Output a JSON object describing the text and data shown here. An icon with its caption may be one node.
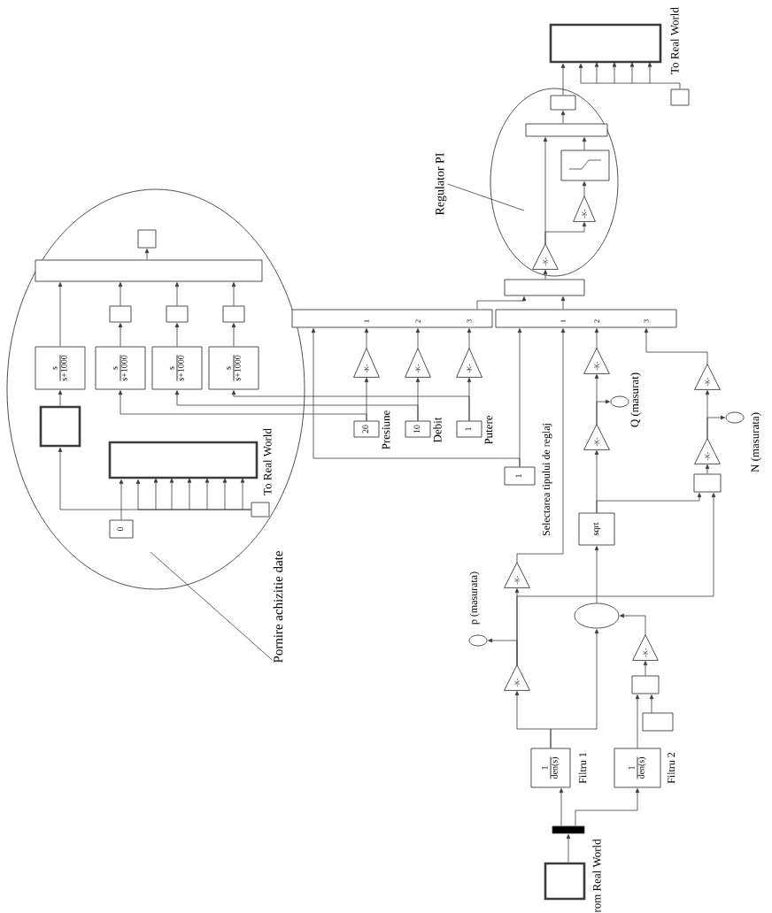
{
  "diagram": {
    "nodes": [
      {
        "text": [],
        "shape": "ellipse"
      },
      {
        "text": [],
        "shape": "box",
        "in": 0
      },
      {
        "text": [],
        "shape": "bar",
        "in": 0
      },
      {
        "text": [],
        "shape": "box",
        "in": 0
      },
      {
        "text": [],
        "shape": "box",
        "in": 0
      },
      {
        "text": [],
        "shape": "box",
        "in": 0
      },
      {
        "text": [
          "s",
          "s+1000"
        ],
        "in": 0
      },
      {
        "text": [
          "s",
          "s+1000"
        ],
        "in": 0
      },
      {
        "text": [
          "s",
          "s+1000"
        ],
        "in": 0
      },
      {
        "text": [
          "s",
          "s+1000"
        ],
        "in": 0
      },
      {
        "text": [],
        "shape": "box",
        "in": 0
      },
      {
        "text": [],
        "shape": "box",
        "beside": [
          "To Real World"
        ],
        "in": 0
      },
      {
        "text": [
          "0"
        ],
        "in": 0
      },
      {
        "text": [],
        "shape": "box",
        "in": 0
      },
      {
        "text": [
          "Pornire achizitie date"
        ]
      },
      {
        "text": [],
        "shape": "box",
        "beside": [
          "To Real World"
        ]
      },
      {
        "text": [],
        "shape": "box"
      },
      {
        "text": [],
        "shape": "ellipse"
      },
      {
        "text": [],
        "shape": "box",
        "in": 17
      },
      {
        "text": [],
        "shape": "bar",
        "in": 17
      },
      {
        "text": [],
        "shape": "box",
        "in": 17
      },
      {
        "text": [
          "-K-"
        ],
        "in": 17
      },
      {
        "text": [
          "-K-"
        ],
        "in": 17
      },
      {
        "text": [
          "Regulator PI"
        ]
      },
      {
        "text": [],
        "shape": "bar"
      },
      {
        "text": [
          "1",
          "2",
          "3"
        ]
      },
      {
        "text": [
          "1",
          "2",
          "3"
        ]
      },
      {
        "text": [
          "-K-"
        ]
      },
      {
        "text": [
          "-K-"
        ]
      },
      {
        "text": [
          "-K-"
        ]
      },
      {
        "text": [
          "20"
        ],
        "beside": [
          "Presiune"
        ]
      },
      {
        "text": [
          "10"
        ],
        "beside": [
          "Debit"
        ]
      },
      {
        "text": [
          "1"
        ],
        "beside": [
          "Putere"
        ]
      },
      {
        "text": [
          "1"
        ],
        "beside": [
          "Selectarea tipului de reglaj"
        ]
      },
      {
        "text": [
          "-K-"
        ]
      },
      {
        "text": [
          "-K-"
        ]
      },
      {
        "text": [],
        "shape": "ellipse",
        "beside": [
          "p (masurata)"
        ]
      },
      {
        "text": [
          "-K-"
        ]
      },
      {
        "text": [],
        "shape": "ellipse",
        "beside": [
          "Q (masurat)"
        ]
      },
      {
        "text": [
          "-K-"
        ]
      },
      {
        "text": [
          "sqrt"
        ]
      },
      {
        "text": [],
        "shape": "ellipse"
      },
      {
        "text": [
          "-K-"
        ]
      },
      {
        "text": [],
        "shape": "ellipse",
        "beside": [
          "N (masurata)"
        ]
      },
      {
        "text": [
          "-K-"
        ]
      },
      {
        "text": [],
        "shape": "box"
      },
      {
        "text": [
          "-K-"
        ]
      },
      {
        "text": [],
        "shape": "box"
      },
      {
        "text": [],
        "shape": "box"
      },
      {
        "text": [
          "1",
          "den(s)"
        ],
        "beside": [
          "Filtru 1"
        ]
      },
      {
        "text": [
          "1",
          "den(s)"
        ],
        "beside": [
          "Filtru 2"
        ]
      },
      {
        "text": [],
        "shape": "bar"
      },
      {
        "text": [],
        "shape": "box",
        "beside": [
          "rom Real World"
        ]
      }
    ],
    "edges": [
      {
        "from": 14,
        "to": 0,
        "arrow": "none"
      },
      {
        "from": 2,
        "to": 1,
        "arrow": "to"
      },
      {
        "from": 6,
        "to": 2,
        "arrow": "to"
      },
      {
        "from": 3,
        "to": 2,
        "arrow": "to"
      },
      {
        "from": 4,
        "to": 2,
        "arrow": "to"
      },
      {
        "from": 5,
        "to": 2,
        "arrow": "to"
      },
      {
        "from": 7,
        "to": 3,
        "arrow": "to"
      },
      {
        "from": 8,
        "to": 4,
        "arrow": "to"
      },
      {
        "from": 9,
        "to": 5,
        "arrow": "to"
      },
      {
        "from": 10,
        "to": 6,
        "arrow": "to"
      },
      {
        "from": 13,
        "to": 10,
        "arrow": "to"
      },
      {
        "from": 13,
        "to": 11,
        "arrow": "to"
      },
      {
        "from": 12,
        "to": 11,
        "arrow": "to"
      },
      {
        "from": 30,
        "to": 7,
        "arrow": "to"
      },
      {
        "from": 31,
        "to": 8,
        "arrow": "to"
      },
      {
        "from": 32,
        "to": 9,
        "arrow": "to"
      },
      {
        "from": 30,
        "to": 27,
        "arrow": "to"
      },
      {
        "from": 31,
        "to": 28,
        "arrow": "to"
      },
      {
        "from": 32,
        "to": 29,
        "arrow": "to"
      },
      {
        "from": 27,
        "to": 25,
        "arrow": "to"
      },
      {
        "from": 28,
        "to": 25,
        "arrow": "to"
      },
      {
        "from": 29,
        "to": 25,
        "arrow": "to"
      },
      {
        "from": 33,
        "to": 26,
        "arrow": "to"
      },
      {
        "from": 33,
        "to": 25,
        "arrow": "to"
      },
      {
        "from": 25,
        "to": 24,
        "arrow": "to"
      },
      {
        "from": 26,
        "to": 24,
        "arrow": "to"
      },
      {
        "from": 24,
        "to": 22,
        "arrow": "to"
      },
      {
        "from": 22,
        "to": 19,
        "arrow": "to"
      },
      {
        "from": 22,
        "to": 21,
        "arrow": "to"
      },
      {
        "from": 21,
        "to": 20,
        "arrow": "to"
      },
      {
        "from": 20,
        "to": 19,
        "arrow": "to"
      },
      {
        "from": 19,
        "to": 18,
        "arrow": "to"
      },
      {
        "from": 18,
        "to": 15,
        "arrow": "to"
      },
      {
        "from": 16,
        "to": 15,
        "arrow": "to"
      },
      {
        "from": 23,
        "to": 17,
        "arrow": "none"
      },
      {
        "from": 34,
        "to": 26,
        "arrow": "to"
      },
      {
        "from": 35,
        "to": 34,
        "arrow": "to"
      },
      {
        "from": 35,
        "to": 36,
        "arrow": "to"
      },
      {
        "from": 35,
        "to": 45,
        "arrow": "to"
      },
      {
        "from": 37,
        "to": 26,
        "arrow": "to"
      },
      {
        "from": 39,
        "to": 37,
        "arrow": "to"
      },
      {
        "from": 39,
        "to": 38,
        "arrow": "to"
      },
      {
        "from": 40,
        "to": 39,
        "arrow": "to"
      },
      {
        "from": 40,
        "to": 45,
        "arrow": "to"
      },
      {
        "from": 41,
        "to": 40,
        "arrow": "to"
      },
      {
        "from": 42,
        "to": 26,
        "arrow": "to"
      },
      {
        "from": 44,
        "to": 42,
        "arrow": "to"
      },
      {
        "from": 44,
        "to": 43,
        "arrow": "to"
      },
      {
        "from": 45,
        "to": 44,
        "arrow": "to"
      },
      {
        "from": 46,
        "to": 41,
        "arrow": "to"
      },
      {
        "from": 47,
        "to": 46,
        "arrow": "to"
      },
      {
        "from": 48,
        "to": 47,
        "arrow": "to"
      },
      {
        "from": 50,
        "to": 47,
        "arrow": "to"
      },
      {
        "from": 49,
        "to": 35,
        "arrow": "to"
      },
      {
        "from": 49,
        "to": 41,
        "arrow": "to"
      },
      {
        "from": 51,
        "to": 49,
        "arrow": "to"
      },
      {
        "from": 51,
        "to": 50,
        "arrow": "to"
      },
      {
        "from": 52,
        "to": 51,
        "arrow": "to"
      }
    ]
  }
}
